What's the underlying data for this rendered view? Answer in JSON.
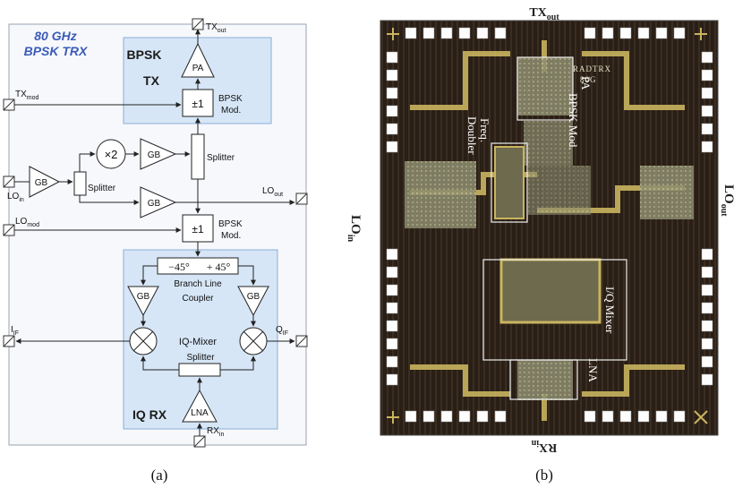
{
  "panel_a": {
    "caption": "(a)",
    "title_line1": "80 GHz",
    "title_line2": "BPSK TRX",
    "tx_block": {
      "title1": "BPSK",
      "title2": "TX"
    },
    "rx_block": {
      "title": "IQ RX"
    },
    "pa": "PA",
    "bpsk_top": {
      "sym": "±1",
      "l1": "BPSK",
      "l2": "Mod."
    },
    "bpsk_mid": {
      "sym": "±1",
      "l1": "BPSK",
      "l2": "Mod."
    },
    "splitter_right": "Splitter",
    "splitter_left": "Splitter",
    "doubler": "×2",
    "gb": "GB",
    "coupler": {
      "phase_neg": "−45°",
      "phase_pos": "+ 45°",
      "l1": "Branch Line",
      "l2": "Coupler"
    },
    "mixer_label": "IQ-Mixer",
    "rx_splitter": "Splitter",
    "lna": "LNA",
    "ports": {
      "tx_out": {
        "main": "TX",
        "sub": "out"
      },
      "tx_mod": {
        "main": "TX",
        "sub": "mod"
      },
      "lo_in": {
        "main": "LO",
        "sub": "in"
      },
      "lo_out": {
        "main": "LO",
        "sub": "out"
      },
      "lo_mod": {
        "main": "LO",
        "sub": "mod"
      },
      "i_if": {
        "main": "I",
        "sub": "IF"
      },
      "q_if": {
        "main": "Q",
        "sub": "IF"
      },
      "rx_in": {
        "main": "RX",
        "sub": "in"
      }
    }
  },
  "panel_b": {
    "caption": "(b)",
    "tx_out": {
      "main": "TX",
      "sub": "out"
    },
    "rx_in": {
      "main": "RX",
      "sub": "in"
    },
    "lo_in": {
      "main": "LO",
      "sub": "in"
    },
    "lo_out": {
      "main": "LO",
      "sub": "out"
    },
    "pa": "PA",
    "bpsk_mod": "BPSK Mod.",
    "freq": "Freq.",
    "doubler": "Doubler",
    "iq_mixer": "I/Q Mixer",
    "lna": "LNA",
    "chip_id_1": "RADTRX",
    "chip_id_2": "80G"
  },
  "colors": {
    "block_fill": "#d6e6f6",
    "block_stroke": "#8aaed6",
    "title_blue": "#3a5bb8",
    "frame_bg": "#f7f8fc",
    "die_dark": "#2a1f16",
    "metal_gold": "#c9b45f"
  }
}
